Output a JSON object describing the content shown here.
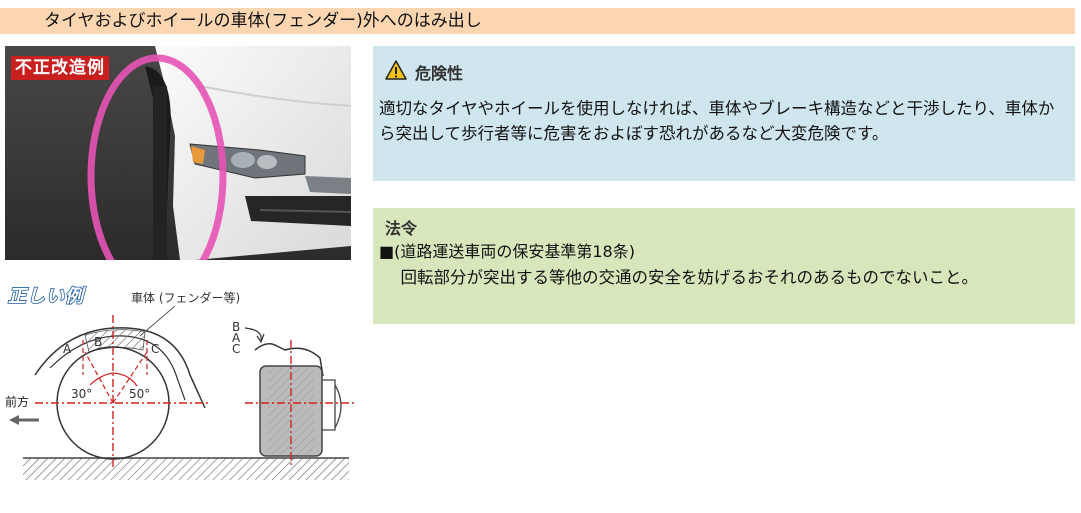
{
  "header": {
    "title": "タイヤおよびホイールの車体(フェンダー)外へのはみ出し"
  },
  "photo": {
    "label": "不正改造例"
  },
  "diagram": {
    "correct_label": "正しい例",
    "fender_label": "車体 (フェンダー等)",
    "front_label": "前方",
    "label_a": "A",
    "label_b": "B",
    "label_c": "C",
    "angle_front": "30°",
    "angle_rear": "50°"
  },
  "danger": {
    "icon": "warning-icon",
    "title": "危険性",
    "text": "適切なタイヤやホイールを使用しなければ、車体やブレーキ構造などと干渉したり、車体から突出して歩行者等に危害をおよぼす恐れがあるなど大変危険です。"
  },
  "law": {
    "title": "法令",
    "reference": "■(道路運送車両の保安基準第18条)",
    "text": "回転部分が突出する等他の交通の安全を妨げるおそれのあるものでないこと。"
  },
  "colors": {
    "title_bg": "#fbd6b1",
    "danger_bg": "#cfe6ef",
    "law_bg": "#d8e6bb",
    "illegal_label_bg": "#c81f1f",
    "highlight_circle": "#e754b6",
    "diagram_red": "#d42020"
  }
}
